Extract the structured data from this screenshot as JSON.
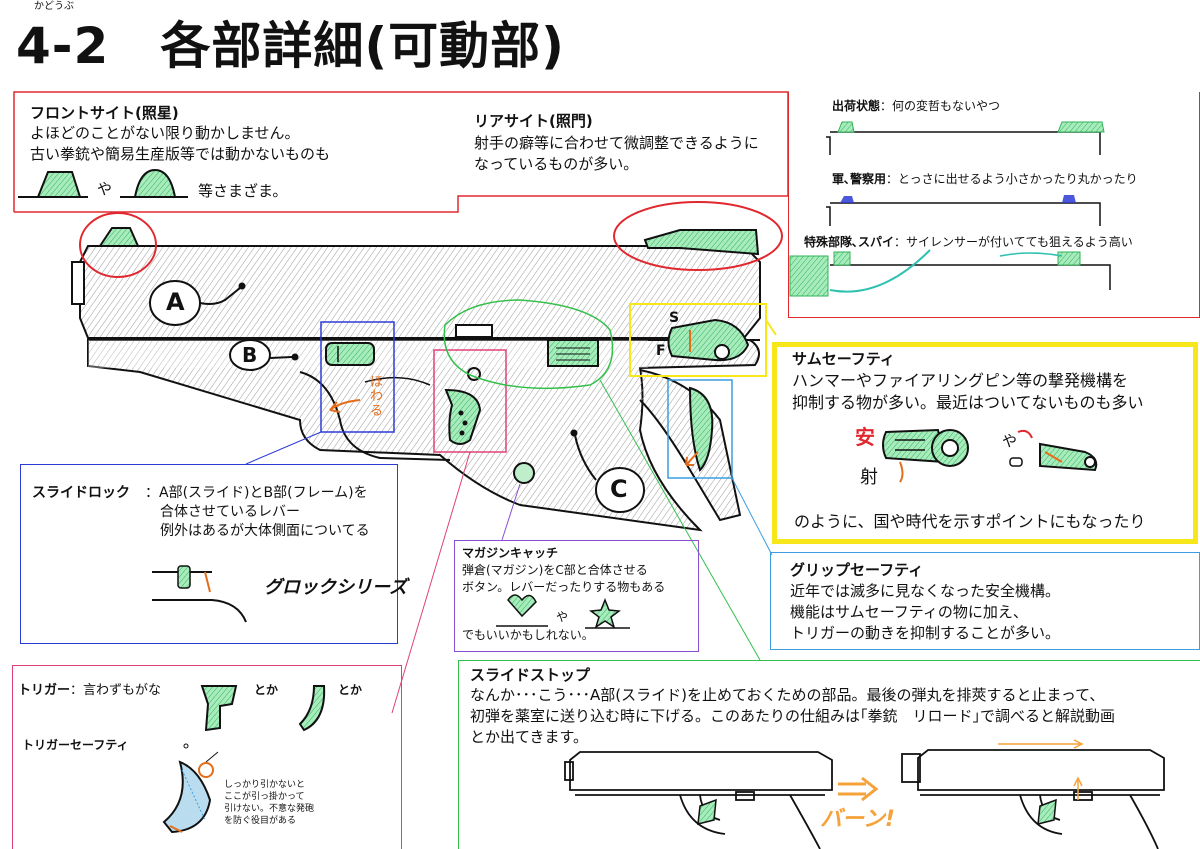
{
  "header": {
    "title": "4-2　各部詳細(可動部)",
    "furigana": "かどうぶ"
  },
  "front_sight": {
    "heading": "フロントサイト(照星)",
    "line1": "よほどのことがない限り動かしません。",
    "line2": "古い拳銃や簡易生産版等では動かないものも",
    "or": "や",
    "tail": "等さまざま。"
  },
  "rear_sight": {
    "heading": "リアサイト(照門)",
    "line1": "射手の癖等に合わせて微調整できるように",
    "line2": "なっているものが多い。"
  },
  "sight_types": {
    "row1_label": "出荷状態",
    "row1_text": "：何の変哲もないやつ",
    "row2_label": "軍､警察用",
    "row2_text": "：とっさに出せるよう小さかったり丸かったり",
    "row3_label": "特殊部隊､スパイ",
    "row3_text": "：サイレンサーが付いてても狙えるよう高い"
  },
  "gun_labels": {
    "a": "A",
    "b": "B",
    "c": "C",
    "s": "S",
    "f": "F",
    "hold": "ほ\nわ\nる"
  },
  "thumb_safety": {
    "heading": "サムセーフティ",
    "line1": "ハンマーやファイアリングピン等の撃発機構を",
    "line2": "抑制する物が多い。最近はついてないものも多い",
    "safe": "安",
    "fire": "射",
    "or": "や",
    "tail": "のように、国や時代を示すポイントにもなったり"
  },
  "slide_lock": {
    "heading": "スライドロック",
    "line1": "：A部(スライド)とB部(フレーム)を",
    "line2": "合体させているレバー",
    "line3": "例外はあるが大体側面についてる",
    "glock": "グロックシリーズ"
  },
  "magazine_catch": {
    "heading": "マガジンキャッチ",
    "line1": "弾倉(マガジン)をC部と合体させる",
    "line2": "ボタン。レバーだったりする物もある",
    "or": "や",
    "line3": "でもいいかもしれない。"
  },
  "grip_safety": {
    "heading": "グリップセーフティ",
    "line1": "近年では滅多に見なくなった安全機構。",
    "line2": "機能はサムセーフティの物に加え、",
    "line3": "トリガーの動きを抑制することが多い。"
  },
  "trigger": {
    "heading": "トリガー",
    "text": "：言わずもがな",
    "toka1": "とか",
    "toka2": "とか",
    "safety_heading": "トリガーセーフティ",
    "note1": "しっかり引かないと",
    "note2": "ここが引っ掛かって",
    "note3": "引けない。不意な発砲",
    "note4": "を防ぐ役目がある"
  },
  "slide_stop": {
    "heading": "スライドストップ",
    "line1": "なんか･･･こう･･･A部(スライド)を止めておくための部品。最後の弾丸を排莢すると止まって、",
    "line2": "初弾を薬室に送り込む時に下げる。このあたりの仕組みは｢拳銃　リロード｣で調べると解説動画",
    "line3": "とか出てきます。",
    "bang": "バーン!"
  },
  "colors": {
    "red": "#e0282e",
    "blue": "#2b3bd6",
    "green": "#33c04a",
    "pink": "#e0407a",
    "yellow": "#f6e61a",
    "lightblue": "#3a9ee0",
    "purple": "#8a4fd0",
    "part": "#7fe0a0",
    "orange": "#e46d1a"
  }
}
